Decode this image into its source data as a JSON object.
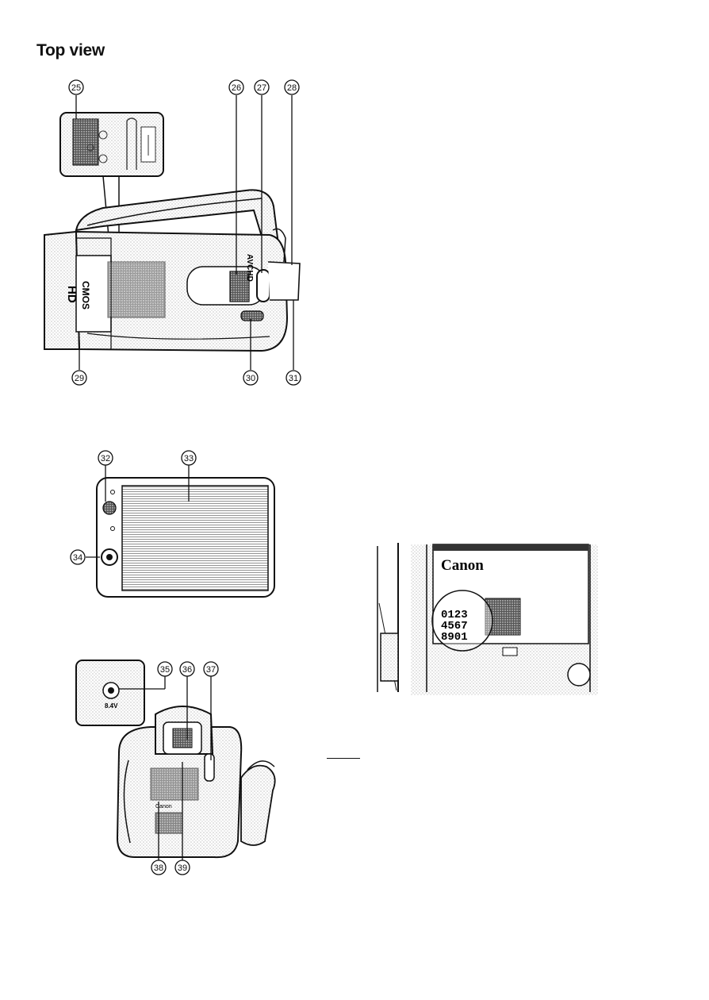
{
  "page": {
    "title": "Top view"
  },
  "top_view": {
    "callouts": [
      "25",
      "26",
      "27",
      "28",
      "29",
      "30",
      "31"
    ],
    "labels": {
      "hd": "HD",
      "cmos": "CMOS",
      "avchd": "AVCHD"
    }
  },
  "lcd_view": {
    "callouts": [
      "32",
      "33",
      "34"
    ]
  },
  "back_view": {
    "callouts": [
      "35",
      "36",
      "37",
      "38",
      "39"
    ],
    "labels": {
      "voltage": "8.4V",
      "brand": "Canon"
    }
  },
  "serial_label": {
    "brand": "Canon",
    "serial_lines": [
      "0123",
      "4567",
      "8901"
    ]
  }
}
